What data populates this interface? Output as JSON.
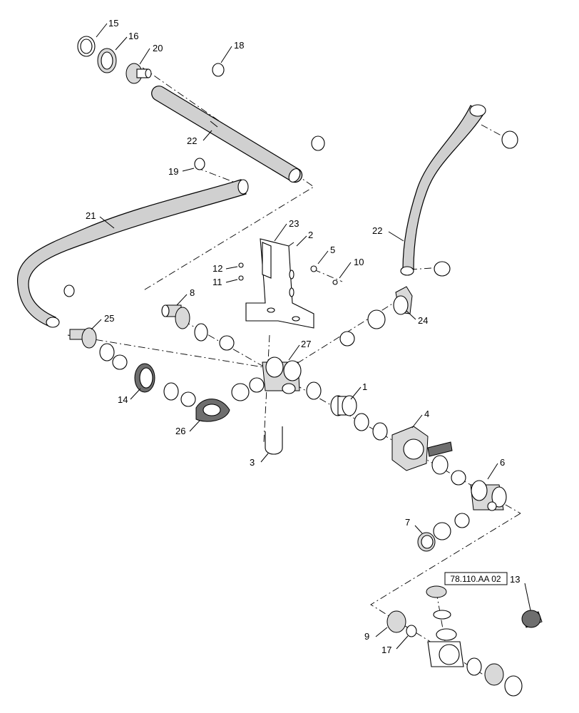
{
  "callouts": [
    {
      "id": "c15",
      "label": "15"
    },
    {
      "id": "c16",
      "label": "16"
    },
    {
      "id": "c20",
      "label": "20"
    },
    {
      "id": "c18",
      "label": "18"
    },
    {
      "id": "c22a",
      "label": "22"
    },
    {
      "id": "c19",
      "label": "19"
    },
    {
      "id": "c21",
      "label": "21"
    },
    {
      "id": "c22b",
      "label": "22"
    },
    {
      "id": "c23",
      "label": "23"
    },
    {
      "id": "c2",
      "label": "2"
    },
    {
      "id": "c5",
      "label": "5"
    },
    {
      "id": "c10",
      "label": "10"
    },
    {
      "id": "c12",
      "label": "12"
    },
    {
      "id": "c11",
      "label": "11"
    },
    {
      "id": "c8",
      "label": "8"
    },
    {
      "id": "c24",
      "label": "24"
    },
    {
      "id": "c25",
      "label": "25"
    },
    {
      "id": "c27",
      "label": "27"
    },
    {
      "id": "c14",
      "label": "14"
    },
    {
      "id": "c1",
      "label": "1"
    },
    {
      "id": "c4",
      "label": "4"
    },
    {
      "id": "c26",
      "label": "26"
    },
    {
      "id": "c3",
      "label": "3"
    },
    {
      "id": "c6",
      "label": "6"
    },
    {
      "id": "c7",
      "label": "7"
    },
    {
      "id": "c13",
      "label": "13"
    },
    {
      "id": "c9",
      "label": "9"
    },
    {
      "id": "c17",
      "label": "17"
    }
  ],
  "reference_box": {
    "label": "78.110.AA 02"
  }
}
